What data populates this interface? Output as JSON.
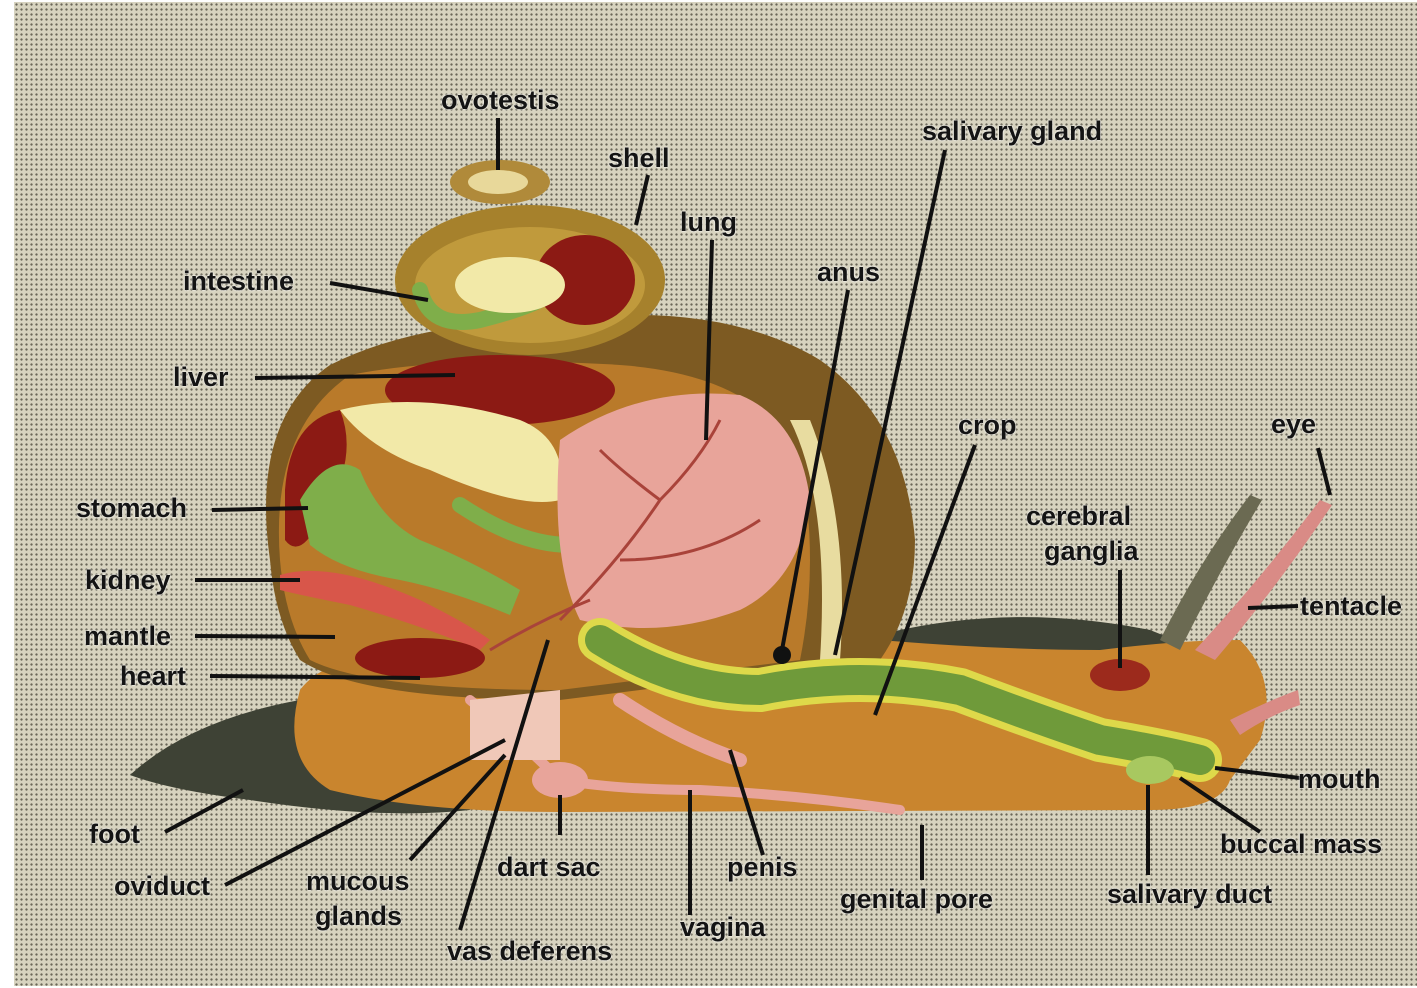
{
  "diagram": {
    "labels": {
      "ovotestis": "ovotestis",
      "shell": "shell",
      "lung": "lung",
      "salivary_gland": "salivary gland",
      "intestine": "intestine",
      "anus": "anus",
      "liver": "liver",
      "crop": "crop",
      "eye": "eye",
      "stomach": "stomach",
      "cerebral_ganglia_1": "cerebral",
      "cerebral_ganglia_2": "ganglia",
      "kidney": "kidney",
      "tentacle": "tentacle",
      "mantle": "mantle",
      "heart": "heart",
      "mouth": "mouth",
      "foot": "foot",
      "buccal_mass": "buccal mass",
      "oviduct": "oviduct",
      "mucous_glands_1": "mucous",
      "mucous_glands_2": "glands",
      "dart_sac": "dart sac",
      "penis": "penis",
      "genital_pore": "genital pore",
      "salivary_duct": "salivary duct",
      "vagina": "vagina",
      "vas_deferens": "vas deferens"
    },
    "colors": {
      "background": "#d7d3bf",
      "body": "#c9852e",
      "shell": "#7d5a22",
      "liver": "#8c1a14",
      "green_organs": "#7fae4a",
      "lung": "#e8a49a",
      "yellow_gland": "#f2e9a8",
      "skin": "#3e4235"
    }
  }
}
